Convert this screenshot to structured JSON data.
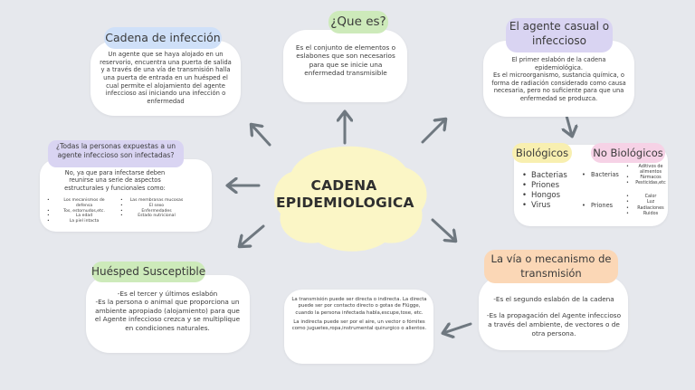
{
  "center": {
    "line1": "CADENA",
    "line2": "EPIDEMIOLOGICA"
  },
  "que_es": {
    "title": "¿Que es?",
    "text": "Es el conjunto de elementos o eslabones que son necesarios para que se inicie una enfermedad transmisible"
  },
  "cadena": {
    "title": "Cadena de infección",
    "text": "Un agente que se haya alojado en un reservorio, encuentra una puerta de salida y a través de una vía de transmisión halla una puerta de entrada en un huésped el cual permite el alojamiento del agente infeccioso así iniciando una infección o enfermedad"
  },
  "agente": {
    "title_line1": "El agente casual o",
    "title_line2": "infeccioso",
    "text1": "El primer eslabón de la cadena epidemiológica.",
    "text2": "Es el microorganismo, sustancia química, o forma de radiación considerado como causa necesaria, pero no suficiente para que una enfermedad se produzca."
  },
  "biologicos": {
    "title": "Biológicos",
    "items": [
      "Bacterias",
      "Priones",
      "Hongos",
      "Virus"
    ]
  },
  "no_biologicos": {
    "title": "No Biológicos",
    "col1": [
      "Bacterias",
      "Priones"
    ],
    "col2a": [
      "Aditivos de alimentos",
      "Fármacos",
      "Pesticidas,etc"
    ],
    "col2b": [
      "Calor",
      "Luz",
      "Radiaciones",
      "Ruidos"
    ]
  },
  "expuestas": {
    "title_line1": "¿Todas la personas expuestas a un",
    "title_line2": "agente infeccioso son infectadas?",
    "text": "No, ya que para infectarse deben reunirse una serie de aspectos estructurales y funcionales como:",
    "col1": [
      "Los mecanismos de defensa",
      "Tos, estornudos,etc.",
      "La edad",
      "La piel intacta"
    ],
    "col2": [
      "Las membranas mucosas",
      "El sexo",
      "Enfermedades",
      "Estado nutricional"
    ]
  },
  "huesped": {
    "title": "Huésped Susceptible",
    "text1": "-Es el tercer y últimos eslabón",
    "text2": "-Es la persona o animal que proporciona un ambiente apropiado (alojamiento) para que el Agente infeccioso crezca y se multiplique en condiciones naturales."
  },
  "via": {
    "title_line1": "La vía o mecanismo de",
    "title_line2": "transmisión",
    "text1": "-Es el segundo eslabón de la cadena",
    "text2": "-Es la propagación del Agente infeccioso a través del ambiente, de vectores o de otra persona."
  },
  "transmision": {
    "text1": "La transmisión puede ser directa o indirecta. La directa puede ser por contacto directo o gotas de Flügge, cuando la persona infectada habla,escupe,tose, etc.",
    "text2": "La indirecta puede ser por el aire, un vector o fómites como juguetes,ropa,instrumental quirurgico o alientos."
  },
  "colors": {
    "background": "#e6e8ed",
    "blob": "#fbf6c6",
    "blue_pill": "#cfe0f8",
    "green_pill": "#cdeaba",
    "lilac_pill": "#d9d4f2",
    "yellow_pill": "#f8efb0",
    "pink_pill": "#f6d2e6",
    "orange_pill": "#fbd7b6",
    "arrow": "#6f7880"
  }
}
